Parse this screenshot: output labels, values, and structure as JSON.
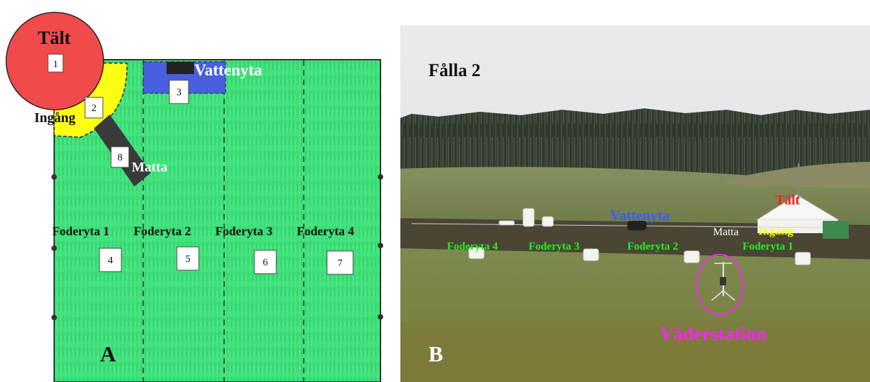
{
  "panel_a": {
    "panel_letter": "A",
    "labels": {
      "tent": "Tält",
      "entrance": "Ingång",
      "water": "Vattenyta",
      "mat": "Matta",
      "feed1": "Foderyta 1",
      "feed2": "Foderyta 2",
      "feed3": "Foderyta 3",
      "feed4": "Foderyta 4"
    },
    "numbers": {
      "tent": "1",
      "entrance": "2",
      "water": "3",
      "feed1": "4",
      "feed2": "5",
      "feed3": "6",
      "feed4": "7",
      "mat": "8"
    }
  },
  "panel_b": {
    "panel_letter": "B",
    "title": "Fålla 2",
    "labels": {
      "tent": "Tält",
      "water": "Vattenyta",
      "mat": "Matta",
      "entrance": "Ingång",
      "feed4": "Foderyta 4",
      "feed3": "Foderyta 3",
      "feed2": "Foderyta 2",
      "feed1": "Foderyta 1",
      "weather_station": "Väderstation"
    }
  },
  "colors": {
    "field_green": "#3fe07a",
    "tent_red": "#f04a4a",
    "entrance_yellow": "#ffff14",
    "water_blue": "#4a5fe0",
    "mat_dark": "#3a3a3a",
    "label_green": "#22ee22",
    "label_red": "#ff1a1a",
    "label_blue": "#3a5bff",
    "label_yellow": "#ffff00",
    "label_magenta": "#ff22ff"
  }
}
